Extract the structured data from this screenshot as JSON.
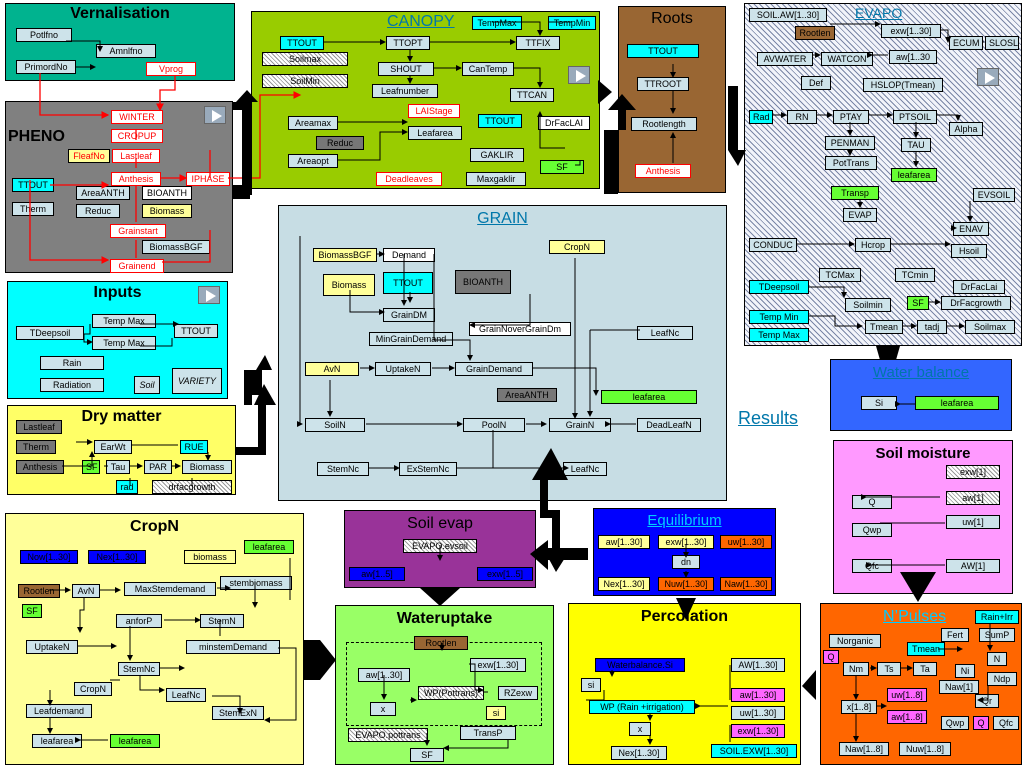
{
  "vernalisation": {
    "title": "Vernalisation",
    "nodes": {
      "potlfno": "Potlfno",
      "amnlfno": "Amnlfno",
      "primordno": "PrimordNo",
      "vprog": "Vprog"
    }
  },
  "pheno": {
    "title": "PHENO",
    "nodes": {
      "winter": "WINTER",
      "cropup": "CROPUP",
      "fleafno": "FleafNo",
      "lastleaf": "Lastleaf",
      "anthesis": "Anthesis",
      "iphase": "IPHASE",
      "ttout": "TTOUT",
      "therm": "Therm",
      "areaanth": "AreaANTH",
      "bioanth": "BIOANTH",
      "reduc": "Reduc",
      "biomass": "Biomass",
      "grainstart": "Grainstart",
      "biomassbgf": "BiomassBGF",
      "grainend": "Grainend"
    }
  },
  "canopy": {
    "title": "CANOPY",
    "nodes": {
      "tempmax": "TempMax",
      "tempmin": "TempMin",
      "ttout": "TTOUT",
      "ttopt": "TTOPT",
      "ttfix": "TTFIX",
      "soilmax": "Soilmax",
      "shout": "SHOUT",
      "cantemp": "CanTemp",
      "soilmin": "SoilMin",
      "leafnumber": "Leafnumber",
      "ttcan": "TTCAN",
      "laistage": "LAIStage",
      "areamax": "Areamax",
      "leafarea": "Leafarea",
      "ttout2": "TTOUT",
      "drfaclai": "DrFacLAI",
      "reduc": "Reduc",
      "areaopt": "Areaopt",
      "gaklir": "GAKLIR",
      "sf": "SF",
      "maxgaklir": "Maxgaklir",
      "deadleaves": "Deadleaves"
    }
  },
  "roots": {
    "title": "Roots",
    "nodes": {
      "ttout": "TTOUT",
      "ttroot": "TTROOT",
      "rootlength": "Rootlength",
      "anthesis": "Anthesis"
    }
  },
  "evapo": {
    "title": "EVAPO",
    "nodes": {
      "soilaw": "SOIL.AW[1..30]",
      "rootlen": "Rootlen",
      "exw": "exw[1..30]",
      "avwater": "AVWATER",
      "watcon": "WATCON",
      "aw": "aw[1..30",
      "ecum": "ECUM",
      "slosl": "SLOSL",
      "def": "Def",
      "hslop": "HSLOP(Tmean)",
      "rad": "Rad",
      "rn": "RN",
      "ptay": "PTAY",
      "ptsoil": "PTSOIL",
      "alpha": "Alpha",
      "penman": "PENMAN",
      "tau": "TAU",
      "pottrans": "PotTrans",
      "leafarea": "leafarea",
      "transp": "Transp",
      "evsoil": "EVSOIL",
      "evap": "EVAP",
      "enav": "ENAV",
      "conduc": "CONDUC",
      "hcrop": "Hcrop",
      "hsoil": "Hsoil",
      "tcmax": "TCMax",
      "tcmin": "TCmin",
      "tdeepsoil": "TDeepsoil",
      "drfaclai": "DrFacLai",
      "soilmin": "Soilmin",
      "sf": "SF",
      "drfacgrowth": "DrFacgrowth",
      "tempmin": "Temp Min",
      "tmean": "Tmean",
      "tadj": "tadj",
      "soilmax": "Soilmax",
      "tempmax": "Temp Max"
    }
  },
  "grain": {
    "title": "GRAIN",
    "nodes": {
      "biomassbgf": "BiomassBGF",
      "demand": "Demand",
      "cropn": "CropN",
      "biomass": "Biomass",
      "ttout": "TTOUT",
      "bioanth": "BIOANTH",
      "graindm": "GrainDM",
      "grainnover": "GrainNoverGrainDm",
      "mingraindemand": "MinGrainDemand",
      "leafnc": "LeafNc",
      "avn": "AvN",
      "uptaken": "UptakeN",
      "graindemand": "GrainDemand",
      "areaanth": "AreaANTH",
      "leafarea": "leafarea",
      "soiln": "SoilN",
      "pooln": "PoolN",
      "grainn": "GrainN",
      "deadleafn": "DeadLeafN",
      "stemnc": "StemNc",
      "exstemnc": "ExStemNc",
      "leafnc2": "LeafNc"
    }
  },
  "inputs": {
    "title": "Inputs",
    "nodes": {
      "tempmax1": "Temp Max",
      "tdeepsoil": "TDeepsoil",
      "ttout": "TTOUT",
      "tempmax2": "Temp Max",
      "rain": "Rain",
      "radiation": "Radiation",
      "soil": "Soil",
      "variety": "VARIETY"
    }
  },
  "drymatter": {
    "title": "Dry matter",
    "nodes": {
      "lastleaf": "Lastleaf",
      "therm": "Therm",
      "anthesis": "Anthesis",
      "earwt": "EarWt",
      "rue": "RUE",
      "sf": "SF",
      "tau": "Tau",
      "par": "PAR",
      "biomass": "Biomass",
      "rad": "rad",
      "drfacgrowth": "drfacgrowth"
    }
  },
  "waterbalance": {
    "title": "Water balance",
    "nodes": {
      "si": "Si",
      "leafarea": "leafarea"
    }
  },
  "results": {
    "label": "Results"
  },
  "soilmoisture": {
    "title": "Soil moisture",
    "nodes": {
      "exw": "exw[1]",
      "q": "Q",
      "aw": "aw[1]",
      "uw": "uw[1]",
      "qwp": "Qwp",
      "qfc": "Qfc",
      "aw2": "AW[1]"
    }
  },
  "cropn": {
    "title": "CropN",
    "nodes": {
      "now": "Now[1..30]",
      "nex": "Nex[1..30]",
      "biomass": "biomass",
      "leafarea": "leafarea",
      "rootlen": "Rootlen",
      "avn": "AvN",
      "maxstemdemand": "MaxStemdemand",
      "stembiomass": "stembiomass",
      "sf": "SF",
      "anforp": "anforP",
      "stemn": "StemN",
      "uptaken": "UptakeN",
      "minstemdemand": "minstemDemand",
      "stemnc": "StemNc",
      "cropn": "CropN",
      "leafnc": "LeafNc",
      "leafdemand": "Leafdemand",
      "stemexn": "StemExN",
      "leafarea2": "leafarea",
      "leafarea3": "leafarea"
    }
  },
  "soilevap": {
    "title": "Soil evap",
    "nodes": {
      "evaposoil": "EVAPO.evsoil",
      "aw": "aw[1..5]",
      "exw": "exw[1..5]"
    }
  },
  "equilibrium": {
    "title": "Equilibrium",
    "nodes": {
      "aw": "aw[1..30]",
      "exw": "exw[1..30]",
      "uw": "uw[1..30]",
      "dn": "dn",
      "nex": "Nex[1..30]",
      "nuw": "Nuw[1..30]",
      "naw": "Naw[1..30]"
    }
  },
  "wateruptake": {
    "title": "Wateruptake",
    "nodes": {
      "rootlen": "Rootlen",
      "aw": "aw[1..30]",
      "exw": "exw[1..30]",
      "wp": "WP(Pottrans)",
      "rzexw": "RZexw",
      "x": "x",
      "si": "si",
      "evapo": "EVAPO.pottrans",
      "transp": "TransP",
      "sf": "SF"
    }
  },
  "percolation": {
    "title": "Percolation",
    "nodes": {
      "wbsi": "Waterbalance.Si",
      "aw1": "AW[1..30]",
      "si": "si",
      "aw2": "aw[1..30]",
      "wp": "WP (Rain +irrigation)",
      "uw": "uw[1..30]",
      "x": "x",
      "exw": "exw[1..30]",
      "nex": "Nex[1..30]",
      "soilexw": "SOIL.EXW[1..30]"
    }
  },
  "npulses": {
    "title": "N’Pulses",
    "nodes": {
      "rainirr": "Rain+Irr",
      "fert": "Fert",
      "sump": "SumP",
      "norganic": "Norganic",
      "tmean": "Tmean",
      "q": "Q",
      "nm": "Nm",
      "ts": "Ts",
      "ta": "Ta",
      "ni": "Ni",
      "n": "N",
      "ndp": "Ndp",
      "naw": "Naw[1]",
      "x": "x[1..8]",
      "uw": "uw[1..8]",
      "qr": "Qr",
      "aw": "aw[1..8]",
      "qwp": "Qwp",
      "q2": "Q",
      "qfc": "Qfc",
      "naw2": "Naw[1..8]",
      "nuw": "Nuw[1..8]"
    }
  },
  "colors": {
    "vernalisation": "#00b38f",
    "pheno": "#808080",
    "canopy": "#99cc00",
    "roots": "#996633",
    "evapo": "#dde4ee",
    "grain": "#c7dde4",
    "inputs": "#00ffff",
    "drymatter": "#ffff66",
    "waterbalance": "#3366ff",
    "soilmoisture": "#ff99ff",
    "cropn": "#ffff99",
    "soilevap": "#993399",
    "equilibrium": "#0000ff",
    "wateruptake": "#99ff66",
    "percolation": "#ffff00",
    "npulses": "#ff6600"
  }
}
